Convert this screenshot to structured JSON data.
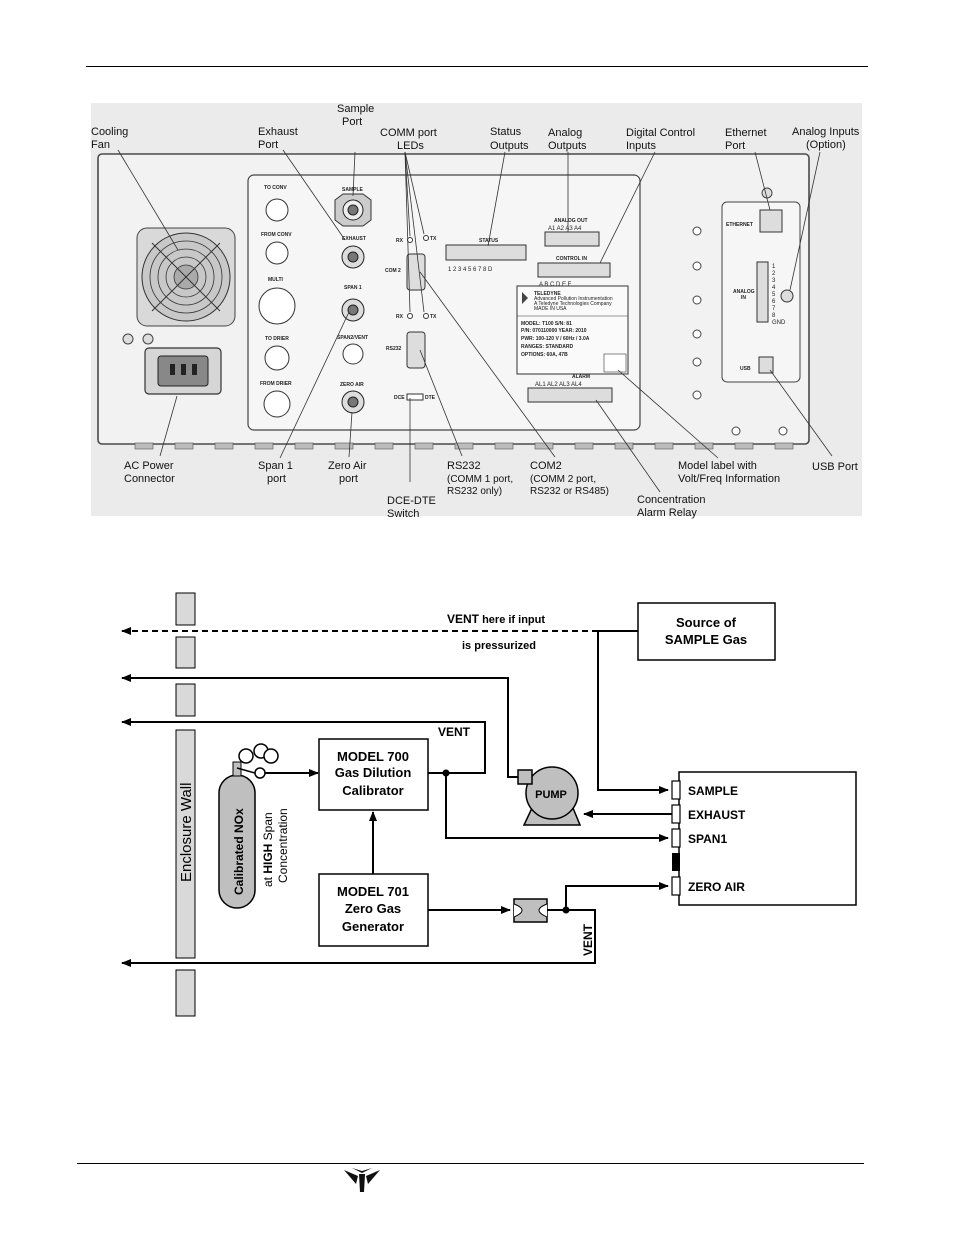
{
  "panel": {
    "callouts": {
      "cooling_fan": [
        "Cooling",
        "Fan"
      ],
      "exhaust_port": [
        "Exhaust",
        "Port"
      ],
      "sample_port": [
        "Sample",
        "Port"
      ],
      "comm_leds": [
        "COMM port",
        "LEDs"
      ],
      "status_outputs": [
        "Status",
        "Outputs"
      ],
      "analog_outputs": [
        "Analog",
        "Outputs"
      ],
      "digital_control": [
        "Digital Control",
        "Inputs"
      ],
      "ethernet_port": [
        "Ethernet",
        "Port"
      ],
      "analog_inputs": [
        "Analog Inputs",
        "(Option)"
      ],
      "ac_power": [
        "AC Power",
        "Connector"
      ],
      "span1_port": [
        "Span 1",
        "port"
      ],
      "zero_air_port": [
        "Zero Air",
        "port"
      ],
      "dce_dte": [
        "DCE-DTE",
        "Switch"
      ],
      "rs232": [
        "RS232",
        "(COMM 1 port,",
        "RS232 only)"
      ],
      "com2": [
        "COM2",
        "(COMM 2 port,",
        "RS232 or RS485)"
      ],
      "conc_alarm": [
        "Concentration",
        "Alarm Relay"
      ],
      "model_label": [
        "Model label with",
        "Volt/Freq Information"
      ],
      "usb_port": [
        "USB Port"
      ]
    },
    "port_labels": {
      "to_conv": "TO CONV",
      "from_conv": "FROM CONV",
      "multi": "MULTI",
      "to_drier": "TO DRIER",
      "from_drier": "FROM DRIER",
      "sample": "SAMPLE",
      "exhaust": "EXHAUST",
      "span1": "SPAN 1",
      "span2_vent": "SPAN2/VENT",
      "zero_air": "ZERO AIR",
      "rx1": "RX",
      "tx1": "TX",
      "rx2": "RX",
      "tx2": "TX",
      "com2": "COM 2",
      "rs232": "RS232",
      "dce": "DCE",
      "dte": "DTE",
      "status": "STATUS",
      "status_pins": "1 2 3 4 5 6 7 8 D",
      "analog_out": "ANALOG OUT",
      "analog_out_channels": "A1  A2  A3  A4",
      "control_in": "CONTROL IN",
      "control_pins": "A B C D E F",
      "alarm": "ALARM",
      "alarm_channels": "AL1   AL2   AL3   AL4",
      "ethernet": "ETHERNET",
      "analog_in": [
        "ANALOG",
        "IN"
      ],
      "analog_in_pins": [
        "1",
        "2",
        "3",
        "4",
        "5",
        "6",
        "7",
        "8",
        "GND"
      ],
      "usb": "USB"
    },
    "model_plate": {
      "brand": "TELEDYNE",
      "brand_sub1": "Advanced Pollution Instrumentation",
      "brand_sub2": "A Teledyne Technologies Company",
      "brand_sub3": "MADE IN USA",
      "lines": [
        "MODEL: T100      S/N: 81",
        "P/N: 070110000     YEAR: 2010",
        "PWR: 100-120 V / 60Hz / 3.0A",
        "RANGES: STANDARD",
        "OPTIONS: 60A, 47B"
      ]
    }
  },
  "diagram": {
    "vent_top_bold": "VENT",
    "vent_top_rest": " here if input",
    "vent_top_line2": "is pressurized",
    "source": [
      "Source of",
      "SAMPLE Gas"
    ],
    "vent_mid": "VENT",
    "enclosure_wall": "Enclosure Wall",
    "cylinder_label": "Calibrated NOx",
    "span_desc_at": "at ",
    "span_desc_high": "HIGH",
    "span_desc_span": " Span",
    "span_desc_line2": "Concentration",
    "calibrator": [
      "MODEL 700",
      "Gas Dilution",
      "Calibrator"
    ],
    "generator": [
      "MODEL 701",
      "Zero Gas",
      "Generator"
    ],
    "pump": "PUMP",
    "vent_vertical": "VENT",
    "analyzer_ports": [
      "SAMPLE",
      "EXHAUST",
      "SPAN1",
      "ZERO AIR"
    ]
  }
}
